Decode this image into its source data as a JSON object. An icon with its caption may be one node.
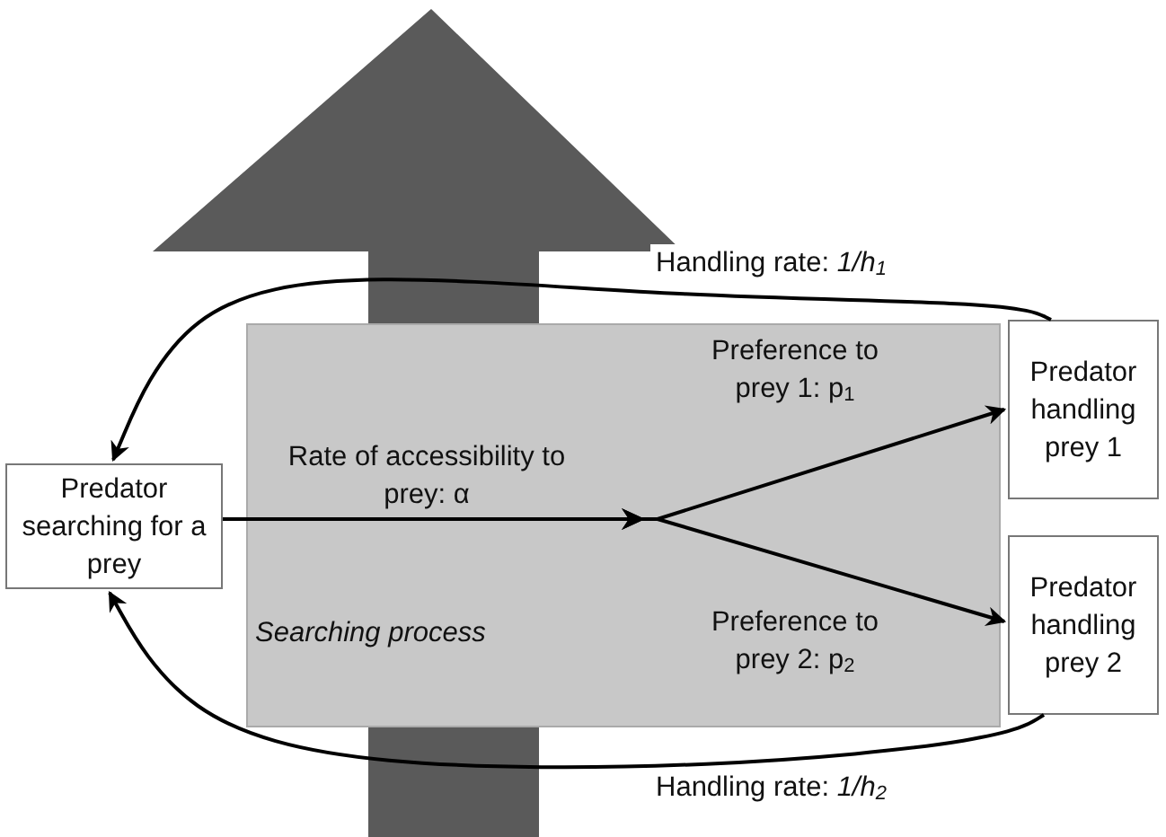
{
  "diagram": {
    "nodes": [
      {
        "text": [
          "Predator searching for a prey"
        ]
      },
      {
        "text": [
          "Predator handling prey 1"
        ]
      },
      {
        "text": [
          "Predator handling prey 2"
        ]
      }
    ],
    "edges": [
      {
        "from": 0,
        "to": 1,
        "arrow": "to",
        "label": "Preference to prey 1: p$_{1}$"
      },
      {
        "from": 0,
        "to": 2,
        "arrow": "to",
        "label": "Preference to prey 2: p$_{2}$"
      },
      {
        "from": 1,
        "to": 0,
        "arrow": "to",
        "label": "Handling rate: *1/h*$_{1}$"
      },
      {
        "from": 2,
        "to": 0,
        "arrow": "to",
        "label": "Handling rate: *1/h*$_{2}$"
      }
    ],
    "labels": [
      "Rate of accessibility to prey: α",
      "Searching process"
    ]
  }
}
